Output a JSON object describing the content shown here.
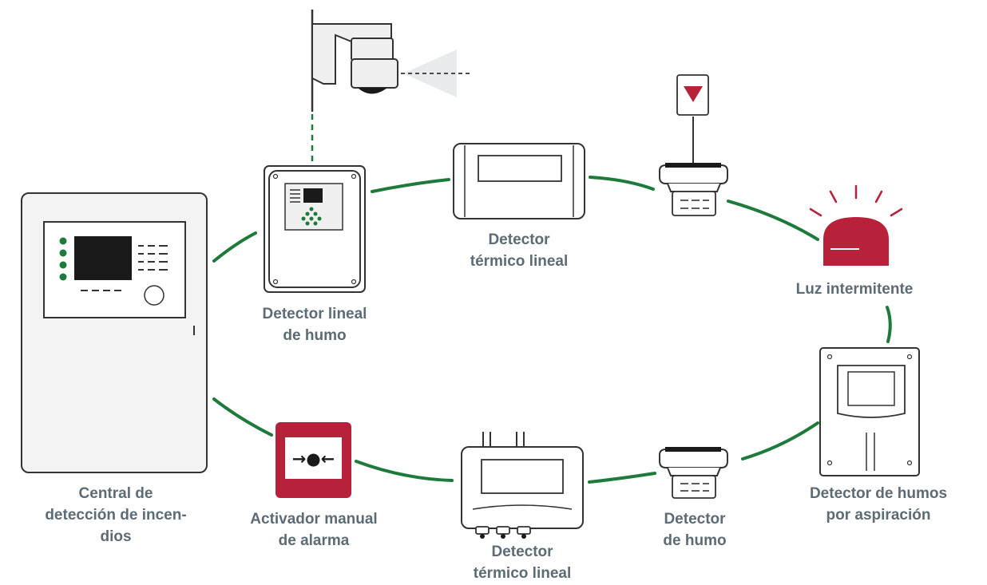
{
  "colors": {
    "link": "#1d7a3a",
    "alarm_red": "#b8213a",
    "led_green": "#1d7a3a",
    "outline": "#333333",
    "label": "#5c6b74"
  },
  "labels": {
    "central": [
      "Central de",
      "detección de incen-",
      "dios"
    ],
    "beam_detector": [
      "Detector lineal",
      "de humo"
    ],
    "linear_heat_top": [
      "Detector",
      "térmico lineal"
    ],
    "flash_light": [
      "Luz intermitente"
    ],
    "aspirating": [
      "Detector de humos",
      "por aspiración"
    ],
    "smoke_detector": [
      "Detector",
      "de humo"
    ],
    "linear_heat_bottom": [
      "Detector",
      "térmico lineal"
    ],
    "manual_call": [
      "Activador manual",
      "de alarma"
    ]
  },
  "icons": {
    "manual_call_symbol": "→●←"
  }
}
